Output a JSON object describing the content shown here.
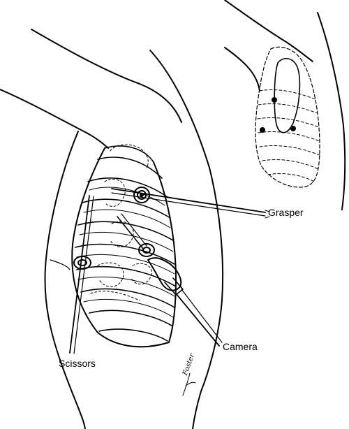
{
  "labels": {
    "grasper": "Grasper",
    "camera": "Camera",
    "scissors": "Scissors"
  },
  "signature": "Foster",
  "colors": {
    "line": "#000000",
    "background": "#ffffff"
  }
}
